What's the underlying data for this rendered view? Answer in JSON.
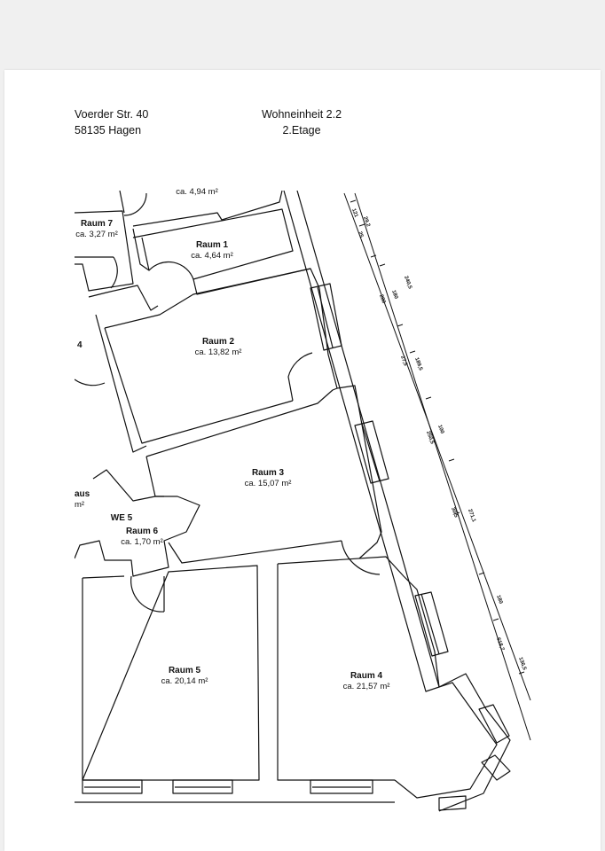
{
  "header": {
    "street": "Voerder Str. 40",
    "city": "58135 Hagen",
    "unit": "Wohneinheit 2.2",
    "floor": "2.Etage"
  },
  "rooms": [
    {
      "id": "raum7",
      "name": "Raum 7",
      "area": "ca. 3,27 m²"
    },
    {
      "id": "raum1",
      "name": "Raum 1",
      "area": "ca. 4,64 m²"
    },
    {
      "id": "raum2",
      "name": "Raum 2",
      "area": "ca. 13,82 m²"
    },
    {
      "id": "raum3",
      "name": "Raum 3",
      "area": "ca. 15,07 m²"
    },
    {
      "id": "raum6",
      "name": "Raum 6",
      "area": "ca. 1,70 m²"
    },
    {
      "id": "raum5",
      "name": "Raum 5",
      "area": "ca. 20,14 m²"
    },
    {
      "id": "raum4",
      "name": "Raum 4",
      "area": "ca. 21,57 m²"
    }
  ],
  "labels": {
    "we5": "WE 5",
    "clipped_top": "ca. 4,94 m²",
    "clipped_left_4": "4",
    "clipped_left_hus": "aus",
    "clipped_left_m": "m²"
  },
  "dimensions": [
    "121",
    "29,2",
    "25",
    "240,5",
    "180",
    "280",
    "27,5",
    "189,5",
    "100",
    "250,5",
    "30,5",
    "271,1",
    "180",
    "618,7",
    "136,5"
  ]
}
